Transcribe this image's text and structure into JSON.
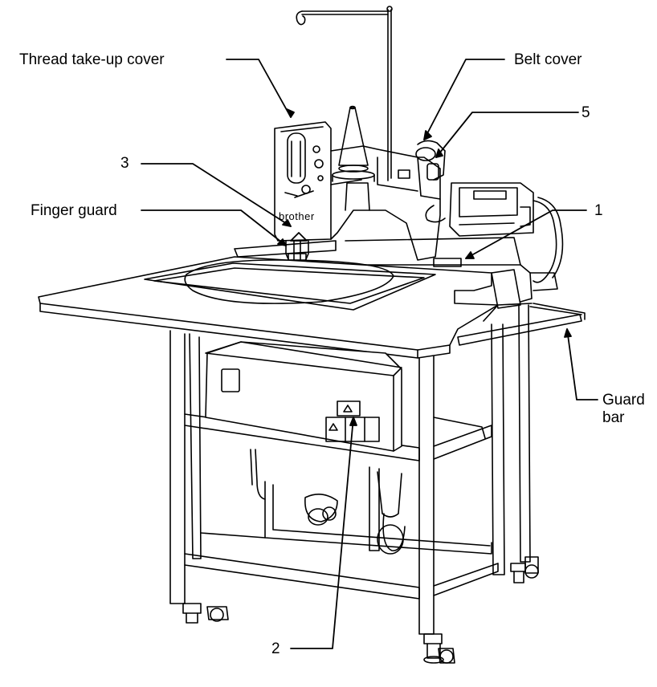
{
  "labels": {
    "thread_take_up_cover": "Thread take-up cover",
    "belt_cover": "Belt cover",
    "num_5": "5",
    "num_3": "3",
    "finger_guard": "Finger guard",
    "num_1": "1",
    "guard_bar_line1": "Guard",
    "guard_bar_line2": "bar",
    "num_2": "2"
  },
  "machine": {
    "brand_text": "brother"
  },
  "colors": {
    "line": "#000000",
    "background": "#ffffff"
  }
}
